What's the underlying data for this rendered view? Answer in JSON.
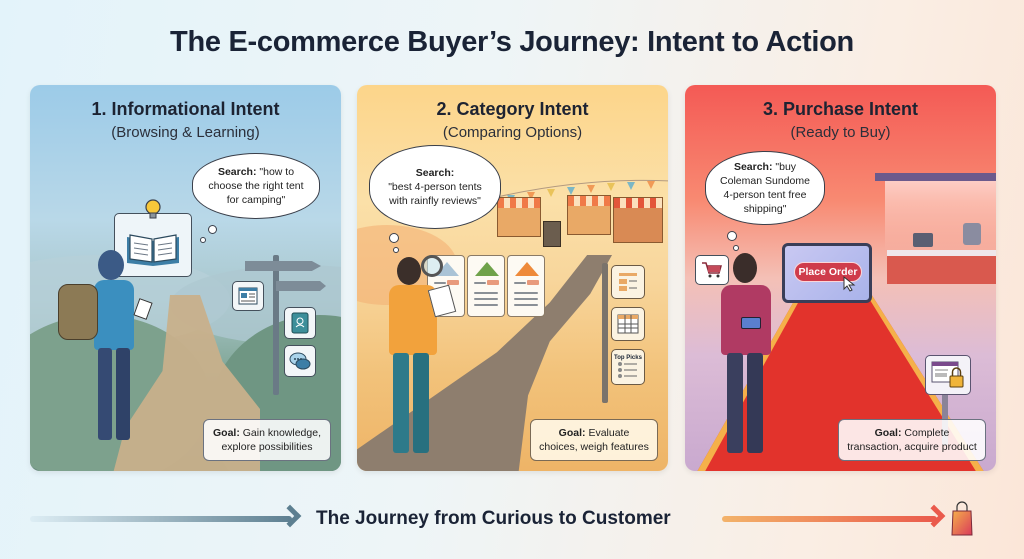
{
  "title": "The E-commerce Buyer’s Journey: Intent to Action",
  "panels": [
    {
      "title": "1. Informational Intent",
      "subtitle": "(Browsing & Learning)",
      "search_label": "Search:",
      "search_query": "\"how to choose the right tent for camping\"",
      "goal_label": "Goal:",
      "goal_text": "Gain knowledge, explore possibilities",
      "bg_colors": [
        "#9ccbe8",
        "#66877c"
      ],
      "icons": [
        "open-book-lightbulb-icon",
        "article-icon",
        "book-icon",
        "chat-bubbles-icon",
        "signpost-icon",
        "backpack-icon",
        "compass-icon",
        "notepad-icon"
      ]
    },
    {
      "title": "2. Category Intent",
      "subtitle": "(Comparing Options)",
      "search_label": "Search:",
      "search_query": "\"best 4-person tents with rainfly reviews\"",
      "goal_label": "Goal:",
      "goal_text": "Evaluate choices, weigh features",
      "sign_label": "Top Picks",
      "tent_colors": [
        "#a9c3d6",
        "#6fa24a",
        "#ee8a3a"
      ],
      "bg_colors": [
        "#fcd58a",
        "#eeb467"
      ],
      "icons": [
        "magnifier-icon",
        "clipboard-icon",
        "tent-card-icon",
        "layout-icon",
        "table-icon",
        "list-icon",
        "market-stall-icon",
        "bunting-icon"
      ]
    },
    {
      "title": "3. Purchase Intent",
      "subtitle": "(Ready to Buy)",
      "search_label": "Search:",
      "search_query": "\"buy Coleman Sundome 4-person tent free shipping\"",
      "goal_label": "Goal:",
      "goal_text": "Complete transaction, acquire product",
      "button_label": "Place Order",
      "bg_colors": [
        "#f45a55",
        "#c9a9cf"
      ],
      "icons": [
        "shopping-cart-icon",
        "credit-card-icon",
        "tablet-icon",
        "cursor-icon",
        "secure-checkout-lock-icon",
        "red-carpet-icon",
        "store-counter-icon",
        "handbag-icon"
      ]
    }
  ],
  "footer": {
    "text": "The Journey from Curious to Customer",
    "left_arrow_color": "#5d7f91",
    "right_arrow_color": "#ea5a4c",
    "end_icon": "shopping-bag-icon"
  }
}
